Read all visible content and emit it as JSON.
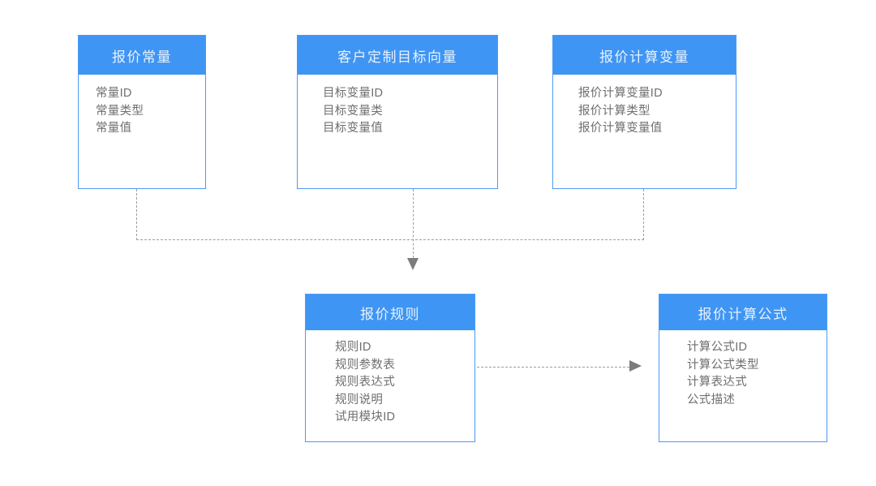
{
  "diagram": {
    "type": "entity-relationship-flow",
    "accent_color": "#3f95f3",
    "border_color": "#4a9bf5",
    "connector_color": "#9d9d9d",
    "arrow_color": "#7c7c7c",
    "background_color": "#ffffff",
    "header_text_color": "#e8f2fe",
    "field_text_color": "#6f6f6f"
  },
  "entities": [
    {
      "id": "quote-constant",
      "title": "报价常量",
      "fields": [
        "常量ID",
        "常量类型",
        "常量值"
      ]
    },
    {
      "id": "custom-target-vector",
      "title": "客户定制目标向量",
      "fields": [
        "目标变量ID",
        "目标变量类",
        "目标变量值"
      ]
    },
    {
      "id": "quote-calc-variable",
      "title": "报价计算变量",
      "fields": [
        "报价计算变量ID",
        "报价计算类型",
        "报价计算变量值"
      ]
    },
    {
      "id": "quote-rule",
      "title": "报价规则",
      "fields": [
        "规则ID",
        "规则参数表",
        "规则表达式",
        "规则说明",
        "试用模块ID"
      ]
    },
    {
      "id": "quote-calc-formula",
      "title": "报价计算公式",
      "fields": [
        "计算公式ID",
        "计算公式类型",
        "计算表达式",
        "公式描述"
      ]
    }
  ],
  "connectors": [
    {
      "id": "constants-to-rule",
      "from": [
        "报价常量",
        "客户定制目标向量",
        "报价计算变量"
      ],
      "to": "报价规则",
      "style": "dashed",
      "arrow": "down"
    },
    {
      "id": "rule-to-formula",
      "from": [
        "报价规则"
      ],
      "to": "报价计算公式",
      "style": "dashed",
      "arrow": "right"
    }
  ]
}
